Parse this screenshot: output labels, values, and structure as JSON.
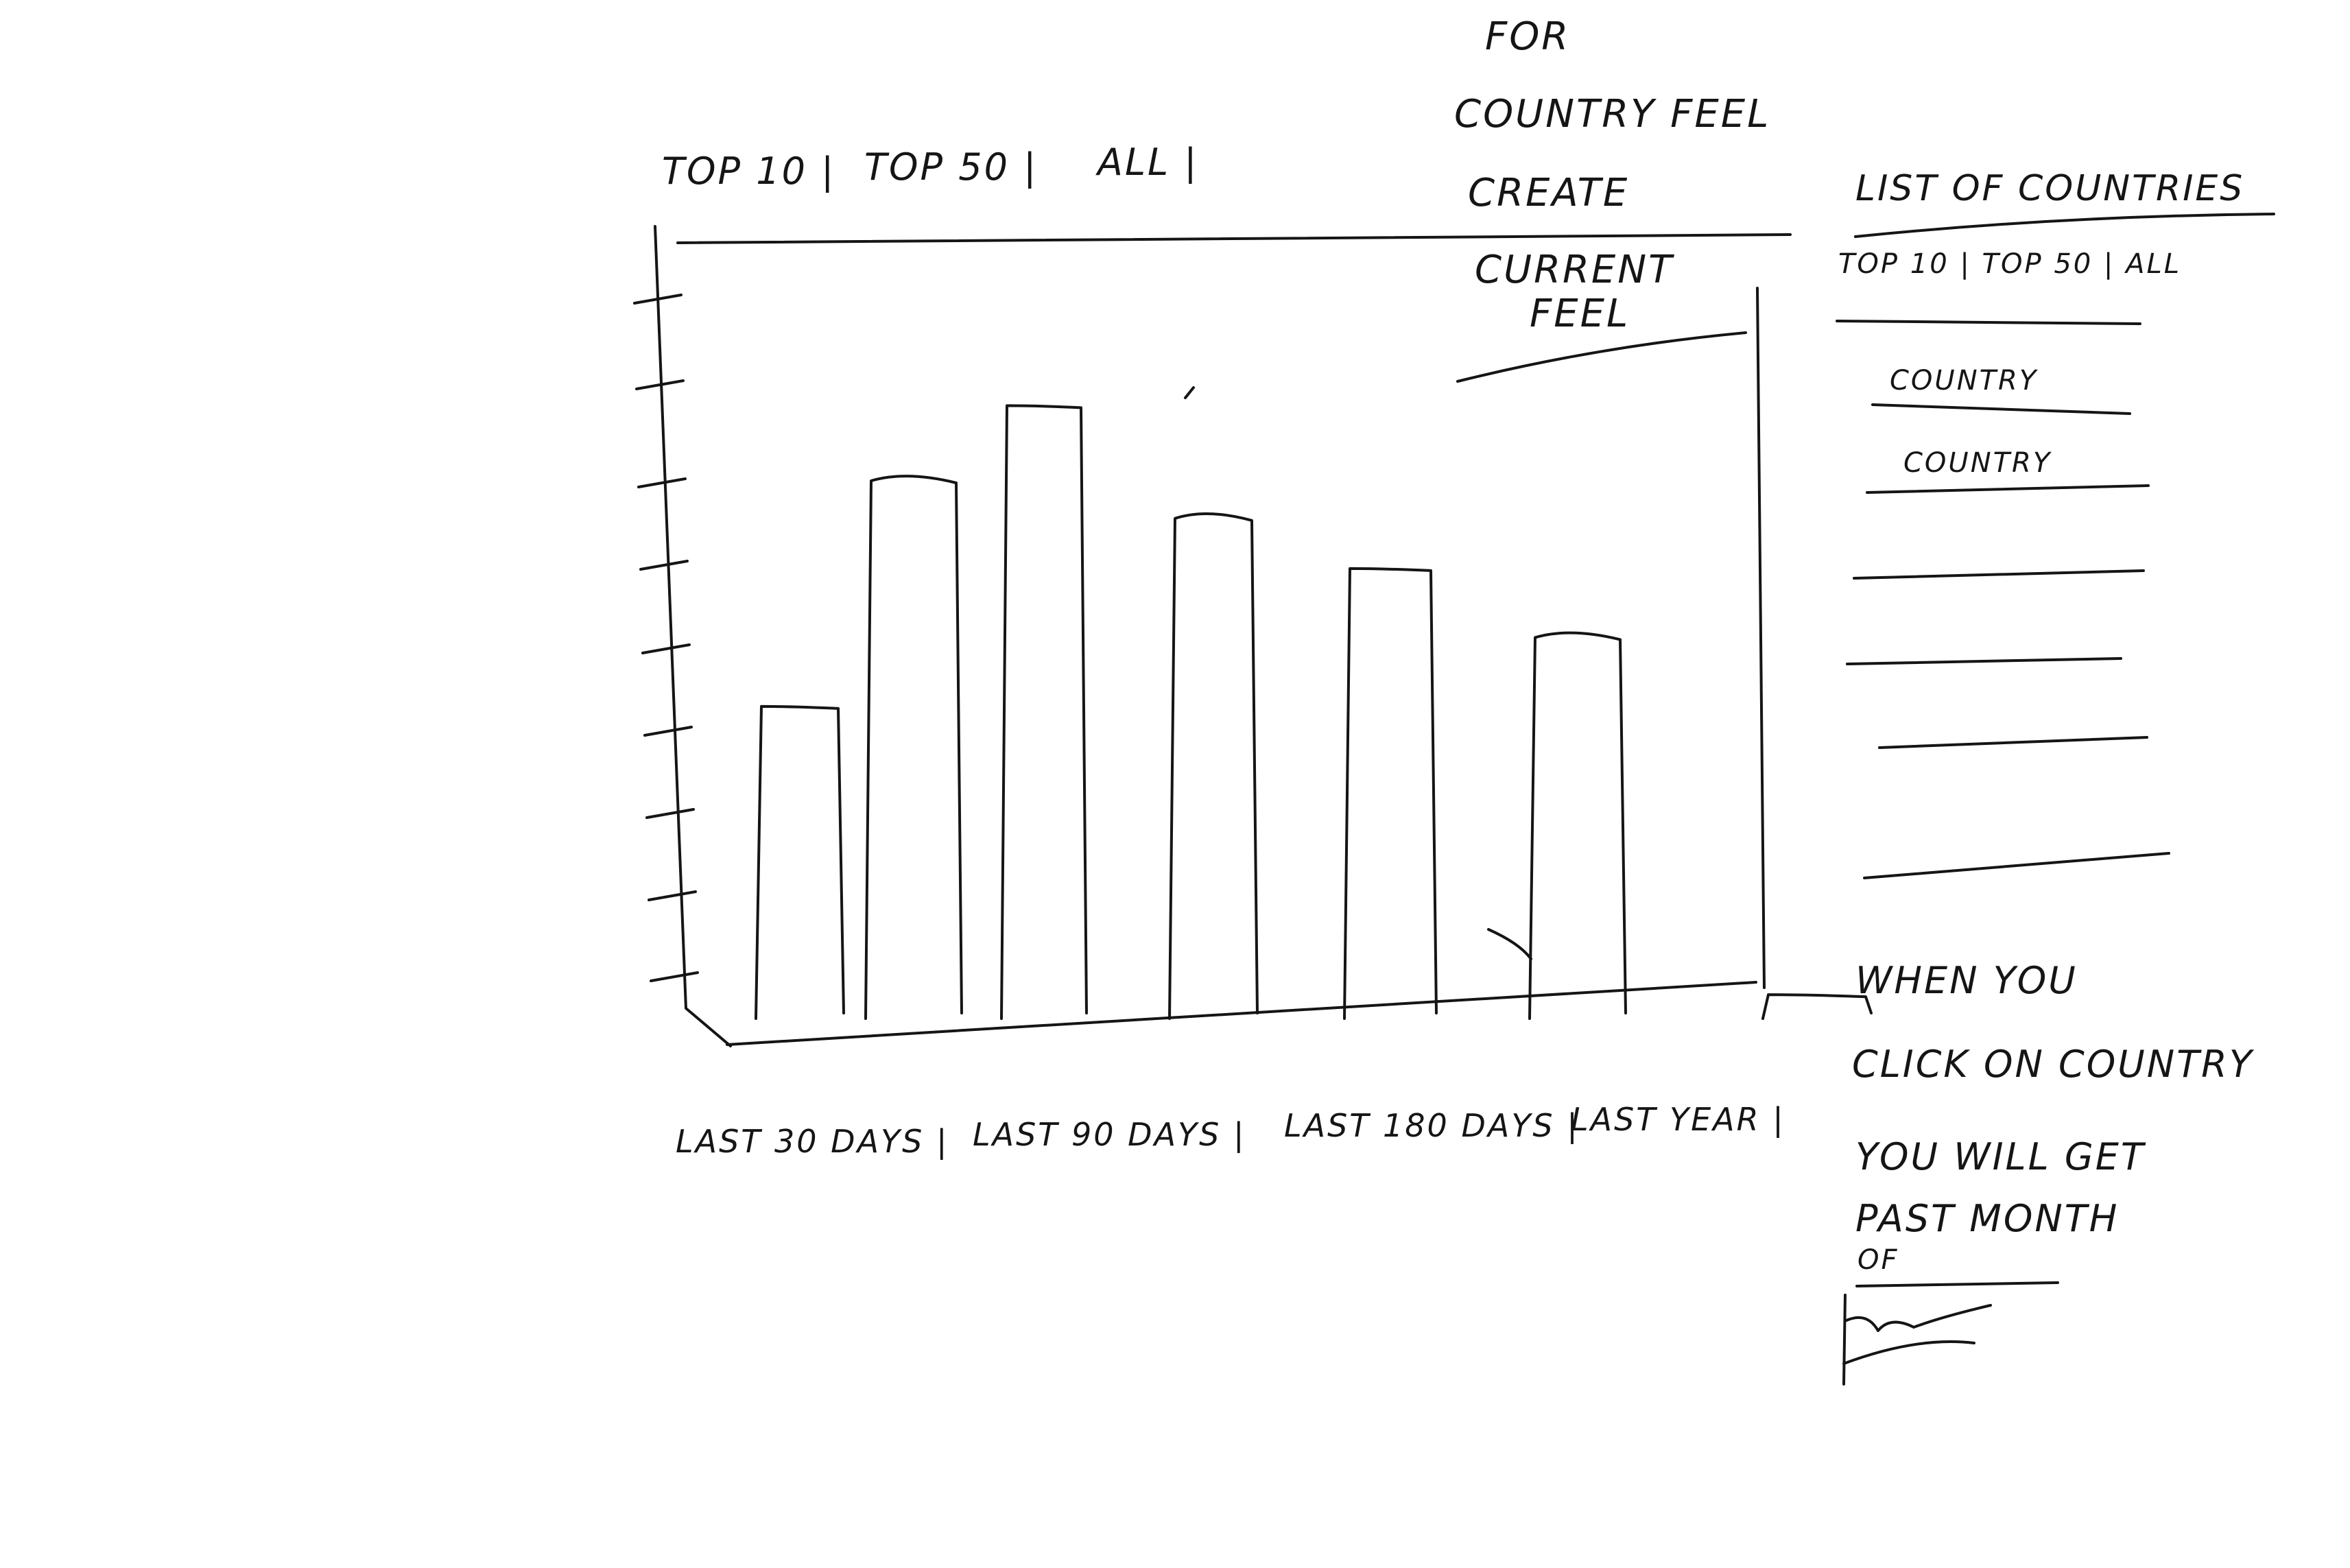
{
  "sketch": {
    "top_filter": [
      "TOP 10 |",
      "TOP 50 |",
      "ALL |"
    ],
    "chart_heading": {
      "line1": "FOR",
      "line2": "COUNTRY FEEL",
      "line3": "CREATE",
      "line4": "CURRENT",
      "line5": "FEEL"
    },
    "bottom_filter": [
      "LAST 30 DAYS |",
      "LAST 90 DAYS |",
      "LAST 180 DAYS |",
      "LAST YEAR |"
    ],
    "side_panel": {
      "title": "LIST OF COUNTRIES",
      "filter": "TOP 10 | TOP 50 | ALL",
      "items": [
        "COUNTRY",
        "COUNTRY"
      ]
    },
    "note": {
      "line1": "WHEN YOU",
      "line2": "CLICK ON COUNTRY",
      "line3": "YOU WILL GET",
      "line4": "PAST MONTH",
      "line5": "OF"
    }
  },
  "chart_data": {
    "type": "bar",
    "title": "",
    "xlabel": "",
    "ylabel": "",
    "categories": [
      "",
      "",
      "",
      "",
      "",
      "",
      ""
    ],
    "values": [
      52,
      88,
      100,
      82,
      74,
      63,
      6
    ],
    "ylim": [
      0,
      110
    ],
    "grid": false
  }
}
